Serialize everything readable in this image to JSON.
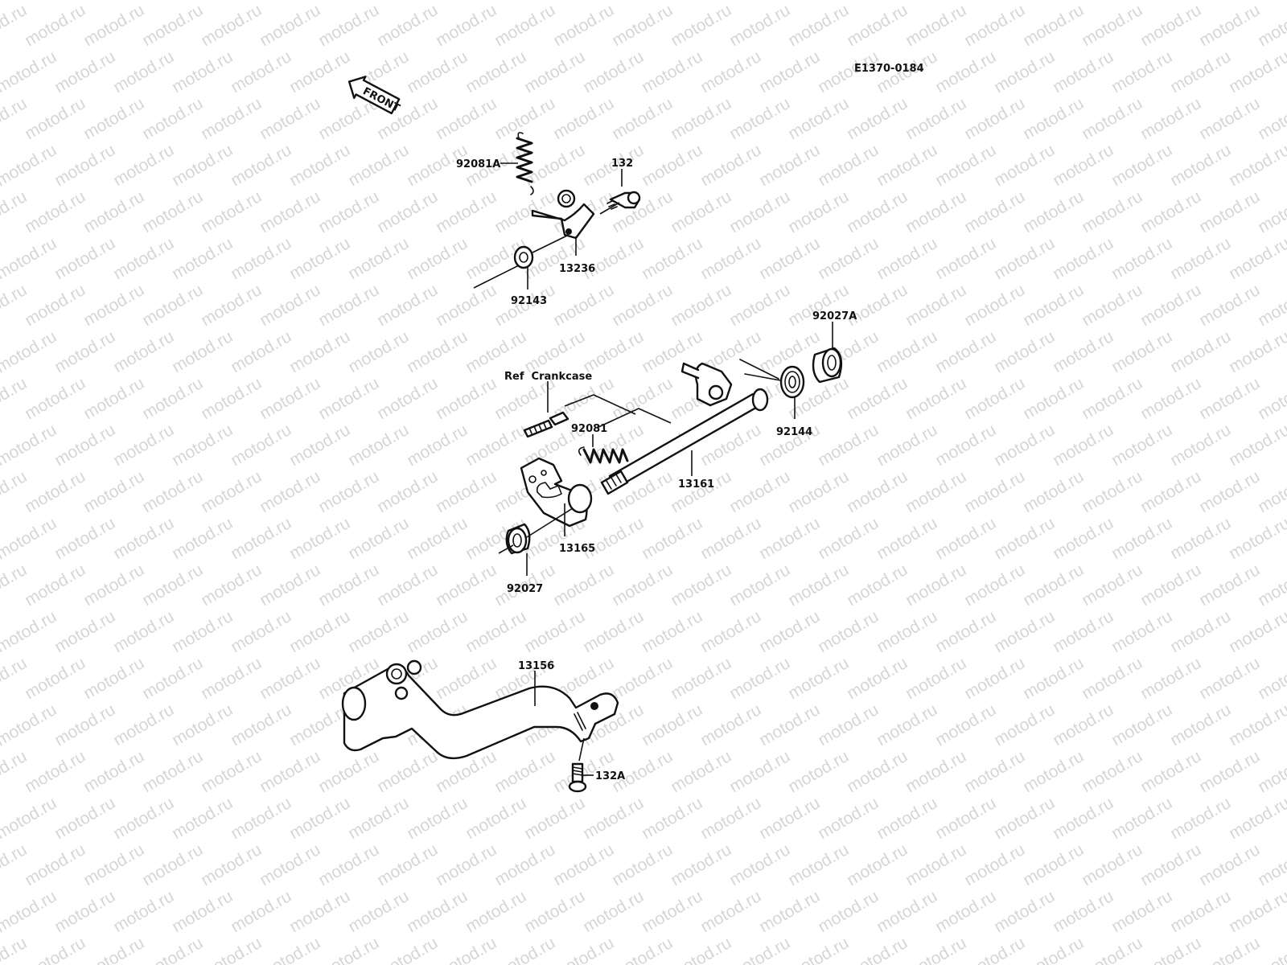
{
  "diagram": {
    "code": "E1370-0184",
    "front_label": "FRONT",
    "ref_label": "Ref  Crankcase",
    "watermark": "motod.ru",
    "parts": {
      "p92081A": "92081A",
      "p132": "132",
      "p13236": "13236",
      "p92143": "92143",
      "p92027A": "92027A",
      "p92144": "92144",
      "p92081": "92081",
      "p13161": "13161",
      "p13165": "13165",
      "p92027": "92027",
      "p13156": "13156",
      "p132A": "132A"
    }
  }
}
